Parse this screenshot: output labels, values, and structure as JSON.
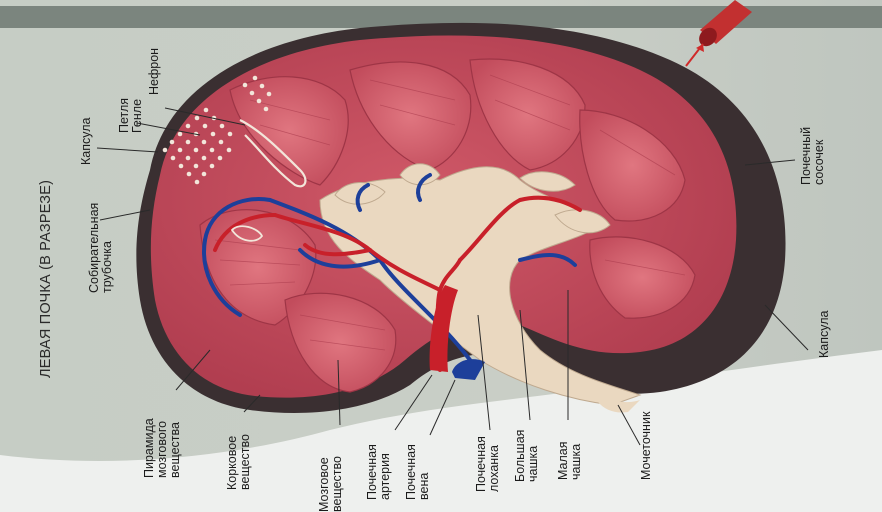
{
  "diagram": {
    "title": "ЛЕВАЯ ПОЧКА (В РАЗРЕЗЕ)",
    "labels": {
      "capsule_top": [
        "Капсула"
      ],
      "henle_loop": [
        "Петля",
        "Генле"
      ],
      "nephron": [
        "Нефрон"
      ],
      "collecting_duct": [
        "Собирательная",
        "трубочка"
      ],
      "pyramid": [
        "Пирамида",
        "мозгового",
        "вещества"
      ],
      "cortex": [
        "Корковое",
        "вещество"
      ],
      "medulla": [
        "Мозговое",
        "вещество"
      ],
      "renal_artery": [
        "Почечная",
        "артерия"
      ],
      "renal_vein": [
        "Почечная",
        "вена"
      ],
      "renal_pelvis": [
        "Почечная",
        "лоханка"
      ],
      "major_calyx": [
        "Большая",
        "чашка"
      ],
      "minor_calyx": [
        "Малая",
        "чашка"
      ],
      "ureter": [
        "Мочеточник"
      ],
      "capsule_right": [
        "Капсула"
      ],
      "papilla": [
        "Почечный",
        "сосочек"
      ]
    }
  },
  "colors": {
    "background": "#c9cfc7",
    "band": "#7b857e",
    "capsule": "#3a2f31",
    "cortex": "#c24a5a",
    "pyramid": "#d8606a",
    "pelvis": "#ead8c0",
    "artery": "#c8202a",
    "vein": "#1d3f9a"
  }
}
